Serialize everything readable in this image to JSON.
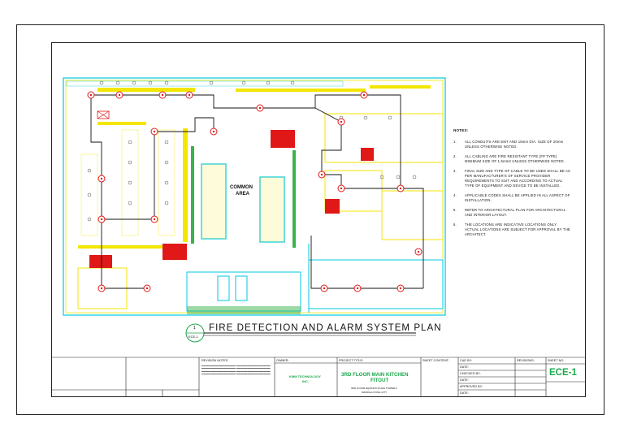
{
  "plan": {
    "area_label_1": "COMMON",
    "area_label_2": "AREA",
    "accent_cyan": "#00c8e0",
    "accent_yellow": "#f4e600",
    "accent_red": "#e01818"
  },
  "drawing_title": {
    "text": "FIRE DETECTION AND ALARM SYSTEM PLAN",
    "ref_top": "1",
    "ref_bottom": "ECE-1"
  },
  "notes": {
    "heading": "NOTES:",
    "items": [
      {
        "num": "1.",
        "text": "ALL CONDUITS ARE EMT AND 15mm DIA. SIZE OF 20mm UNLESS OTHERWISE NOTED."
      },
      {
        "num": "2.",
        "text": "ALL CABLING ARE FIRE RESISTANT TYPE (FP TYPE) MINIMUM SIZE OF 1.5mm2 UNLESS OTHERWISE NOTED."
      },
      {
        "num": "3.",
        "text": "FINAL SIZE AND TYPE OF CABLE TO BE USED SHALL BE AS PER MANUFACTURER'S OF SERVICE PROVIDER REQUIREMENTS TO SUIT AND ACCORDING TO ACTUAL TYPE OF EQUIPMENT AND DEVICE TO BE INSTALLED."
      },
      {
        "num": "4.",
        "text": "APPLICABLE CODES SHALL BE APPLIED IN ALL ASPECT OF INSTALLATION."
      },
      {
        "num": "5.",
        "text": "REFER TO ARCHITECTURAL PLAN FOR ARCHITECTURAL AND INTERIOR LAYOUT."
      },
      {
        "num": "6.",
        "text": "THE LOCATIONS ARE INDICATIVE LOCATIONS ONLY. ACTUAL LOCATIONS ARE SUBJECT FOR APPROVAL BY THE ARCHITECT."
      }
    ]
  },
  "title_block": {
    "remarks_heading": "REVISION NOTES",
    "owner_label": "OWNER:",
    "owner_value_1": "KMM TECHNOLOGY",
    "owner_value_2": "INC.",
    "project_label": "PROJECT TITLE:",
    "project_value_1": "3RD FLOOR MAIN KITCHEN",
    "project_value_2": "FITOUT",
    "project_address_1": "3RD FLOOR EQUINOX PLAZA TOWER A",
    "project_address_2": "MANDALUYONG CITY",
    "sheet_content_label": "SHEET CONTENT:",
    "cad_by": "CAD BY:",
    "checked_by": "CHECKED BY:",
    "approved_by": "APPROVED BY:",
    "date_label": "DATE:",
    "revisions_label": "REVISIONS:",
    "sheet_no_label": "SHEET NO.",
    "sheet_no_value": "ECE-1"
  }
}
